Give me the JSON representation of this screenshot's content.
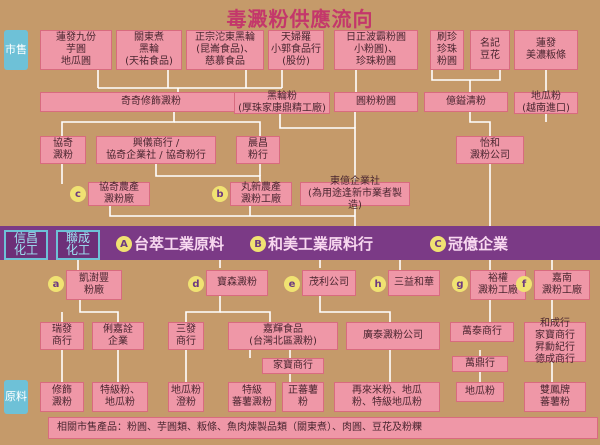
{
  "title": "毒澱粉供應流向",
  "side": {
    "top": "市售",
    "bottom": "原料"
  },
  "hua": {
    "left": "信昌\n化工",
    "right": "聯成\n化工"
  },
  "suppliers": [
    {
      "letter": "A",
      "name": "台萃工業原料"
    },
    {
      "letter": "B",
      "name": "和美工業原料行"
    },
    {
      "letter": "C",
      "name": "冠億企業"
    }
  ],
  "top_row": [
    "蓮發九份\n芋圓\n地瓜圓",
    "關東煮\n黑輪\n(天祐食品)",
    "正宗沱東黑輪\n(昆崙食品)、\n慈慕食品",
    "天婦羅\n小郭食品行\n(股份)",
    "日正波霸粉圓\n小粉圓)、\n珍珠粉圓",
    "刷珍\n珍珠\n粉圓",
    "名記\n豆花",
    "蓮發\n美濃粄條"
  ],
  "second_row": [
    "奇奇修飾澱粉",
    "黑輪粉\n(厚珠家康鼎精工廠)",
    "圓粉粉圓",
    "億鎰清粉",
    "地瓜粉\n(越南進口)"
  ],
  "third_row": [
    "協奇\n澱粉",
    "興儀商行 /\n協奇企業社 / 協奇粉行",
    "晨昌\n粉行",
    "怡和\n澱粉公司"
  ],
  "c_level": [
    {
      "letter": "c",
      "name": "協奇農產\n澱粉廠"
    },
    {
      "letter": "b",
      "name": "丸新農產\n澱粉工廠"
    },
    {
      "letter": "",
      "name": "東億企業社\n(為用途逢新市業者製造)"
    }
  ],
  "lower_letters": [
    {
      "letter": "a",
      "name": "凱澍豐\n粉廠"
    },
    {
      "letter": "d",
      "name": "寶森澱粉"
    },
    {
      "letter": "e",
      "name": "茂利公司"
    },
    {
      "letter": "h",
      "name": "三益和華"
    },
    {
      "letter": "g",
      "name": "裕權\n澱粉工廠"
    },
    {
      "letter": "f",
      "name": "嘉南\n澱粉工廠"
    }
  ],
  "fourth_row": [
    "瑞發\n商行",
    "俐嘉詮\n企業",
    "三發\n商行",
    "嘉輝食品\n(台灣北區澱粉)",
    "廣泰澱粉公司",
    "萬泰商行",
    "和成行\n家寶商行\n昇勳紀行\n德成商行"
  ],
  "fifth_row": [
    "家寶商行",
    "萬鼎行"
  ],
  "sixth_row": [
    "修飾\n澱粉",
    "特級粉、\n地瓜粉",
    "地瓜粉\n澄粉",
    "特級\n蕃薯澱粉",
    "正蕃薯\n粉",
    "再來米粉、地瓜\n粉、特級地瓜粉",
    "地瓜粉",
    "雙鳳牌\n蕃薯粉"
  ],
  "bottom_note": "相關市售產品：粉圓、芋圓類、粄條、魚肉煉製品類（關東煮）、肉圓、豆花及粉粿"
}
